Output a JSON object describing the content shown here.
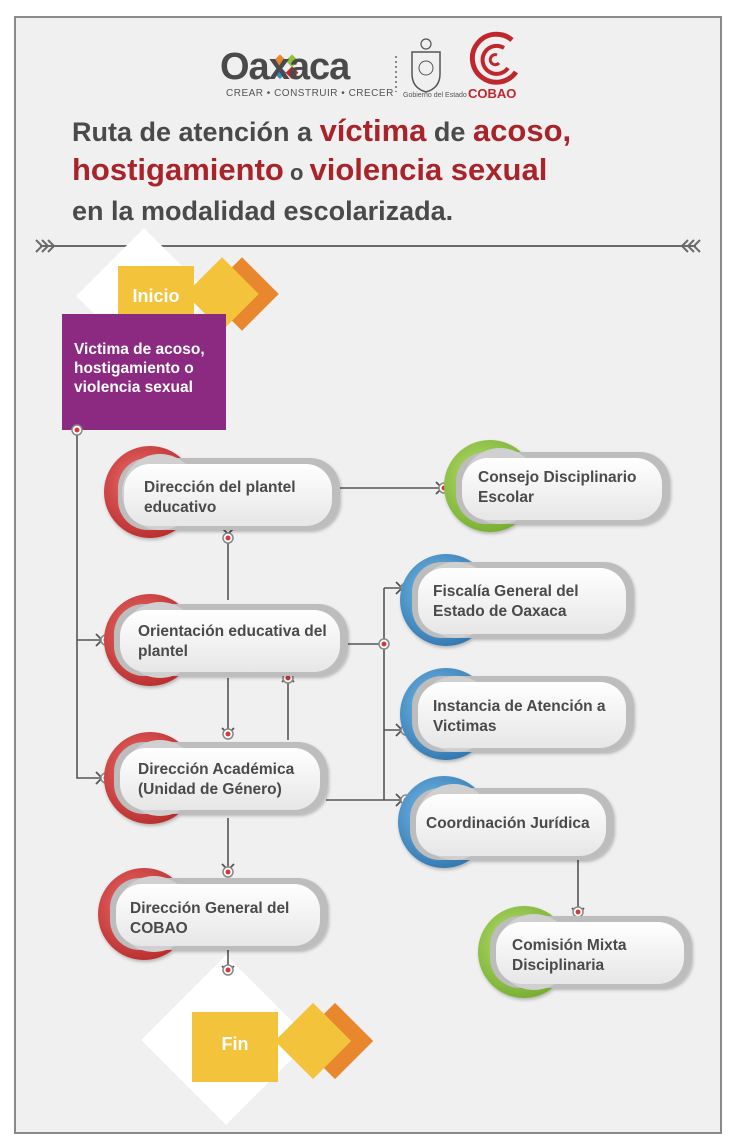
{
  "header": {
    "oaxaca_logo_text": "Oaxaca",
    "oaxaca_tagline": "CREAR • CONSTRUIR • CRECER",
    "gobierno_caption": "Gobierno del Estado",
    "cobao_logo_text": "COBAO"
  },
  "title": {
    "part1": "Ruta de atención a ",
    "part2": "víctima",
    "part3": " de ",
    "part4": "acoso,",
    "part5": "hostigamiento",
    "part6": " o ",
    "part7": "violencia sexual",
    "line3": "en la modalidad escolarizada."
  },
  "start": {
    "label": "Inicio",
    "victim_text": "Victima de acoso, hostigamiento o violencia sexual"
  },
  "end": {
    "label": "Fin"
  },
  "nodes": {
    "direccion_plantel": "Dirección del plantel educativo",
    "consejo": "Consejo Disciplinario Escolar",
    "orientacion": "Orientación educativa del plantel",
    "fiscalia": "Fiscalía General del Estado de Oaxaca",
    "instancia": "Instancia de Atención a Victimas",
    "direccion_academica": "Dirección Académica (Unidad de Género)",
    "coordinacion": "Coordinación Jurídica",
    "direccion_general": "Dirección General del COBAO",
    "comision": "Comisión Mixta Disciplinaria"
  },
  "colors": {
    "red": "#d63a36",
    "green": "#8cc43c",
    "blue": "#3a8cc4",
    "yellow": "#f3c33c",
    "orange": "#e8872e",
    "purple": "#8c2a82",
    "title_accent": "#a8242b"
  }
}
